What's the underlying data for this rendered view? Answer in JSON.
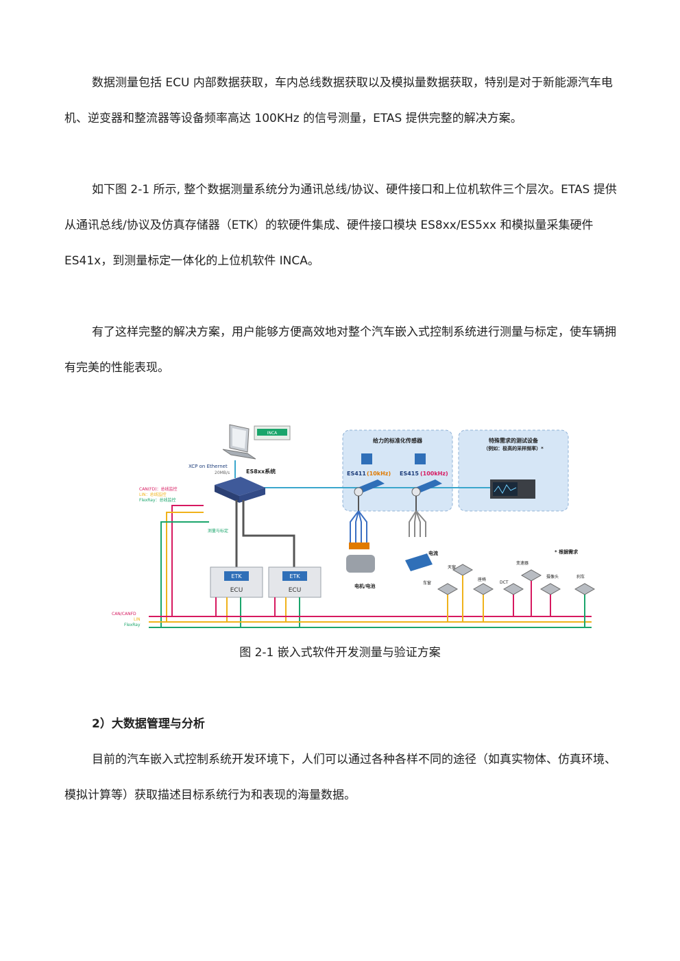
{
  "paragraphs": [
    "数据测量包括 ECU 内部数据获取，车内总线数据获取以及模拟量数据获取，特别是对于新能源汽车电机、逆变器和整流器等设备频率高达 100KHz 的信号测量，ETAS 提供完整的解决方案。",
    "如下图 2-1 所示, 整个数据测量系统分为通讯总线/协议、硬件接口和上位机软件三个层次。ETAS 提供从通讯总线/协议及仿真存储器（ETK）的软硬件集成、硬件接口模块 ES8xx/ES5xx 和模拟量采集硬件 ES41x，到测量标定一体化的上位机软件 INCA。",
    "有了这样完整的解决方案，用户能够方便高效地对整个汽车嵌入式控制系统进行测量与标定，使车辆拥有完美的性能表现。"
  ],
  "figure": {
    "caption": "图 2-1 嵌入式软件开发测量与验证方案",
    "inca_label": "INCA",
    "xcp_label": "XCP on Ethernet",
    "xcp_rate": "20MB/s",
    "es8xx_label": "ES8xx系统",
    "bus_legend": [
      "CAN(FD)：总线监控",
      "LIN：总线监控",
      "FlexRay：总线监控"
    ],
    "meas_label": "测量与标定",
    "sensor_box_title": "给力的标准化传感器",
    "special_box_title": "特殊需求的测试设备",
    "special_box_sub": "（例如：极高的采样频率）*",
    "es411_name": "ES411",
    "es411_rate": "(10kHz)",
    "es415_name": "ES415",
    "es415_rate": "(100kHz)",
    "motor_label": "电机/电池",
    "current_label": "电流",
    "as_needed": "* 根据需求",
    "ecus": [
      {
        "etk": "ETK",
        "ecu": "ECU"
      },
      {
        "etk": "ETK",
        "ecu": "ECU"
      }
    ],
    "devices": [
      "天窗",
      "车窗",
      "座椅",
      "DCT",
      "变速器",
      "摄像头",
      "刹车"
    ],
    "bus_names": [
      "CAN/CANFD",
      "LIN",
      "FlexRay"
    ],
    "colors": {
      "can": "#d6185f",
      "lin": "#f0b21a",
      "flexray": "#1aa56b",
      "ethernet": "#3aa6cc",
      "box": "#d6e6f6"
    }
  },
  "section_heading": "2）大数据管理与分析",
  "section_paragraph": "目前的汽车嵌入式控制系统开发环境下，人们可以通过各种各样不同的途径（如真实物体、仿真环境、模拟计算等）获取描述目标系统行为和表现的海量数据。"
}
